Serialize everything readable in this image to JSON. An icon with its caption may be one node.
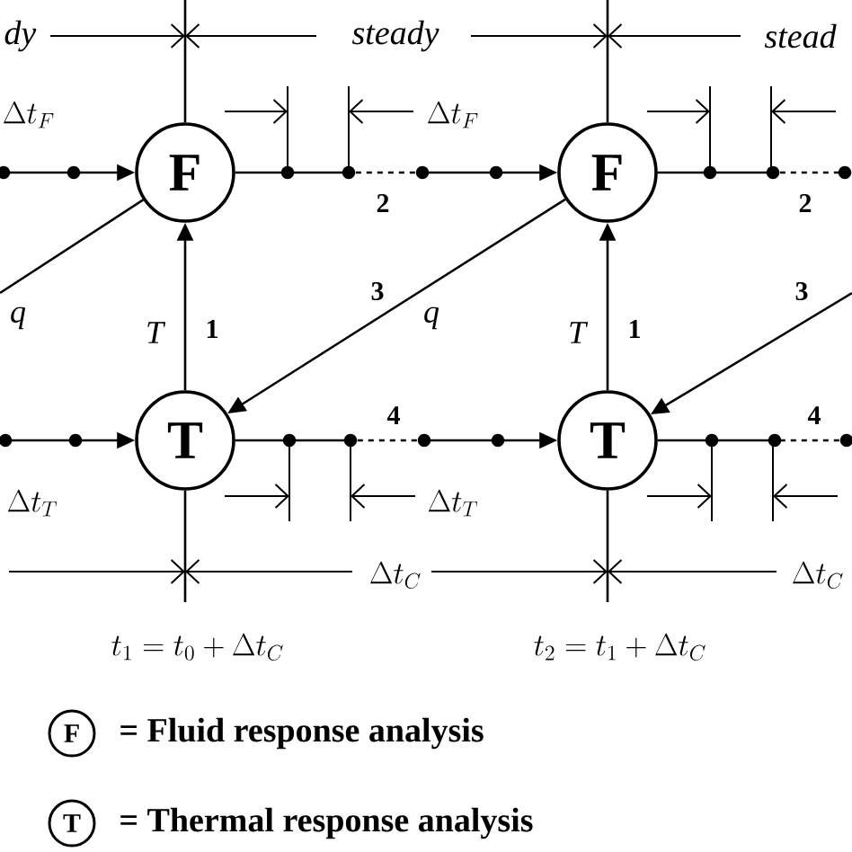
{
  "diagram": {
    "nodes": [
      {
        "text": [
          "F"
        ]
      },
      {
        "text": [
          "F"
        ]
      },
      {
        "text": [
          "T"
        ]
      },
      {
        "text": [
          "T"
        ]
      },
      {
        "text": [
          "F"
        ],
        "beside": [
          "= Fluid response analysis"
        ]
      },
      {
        "text": [
          "T"
        ],
        "beside": [
          "= Thermal response analysis"
        ]
      }
    ],
    "edges": [
      {
        "from": null,
        "to": 0,
        "arrow": "to"
      },
      {
        "from": 0,
        "to": 1,
        "arrow": "to",
        "label": "2",
        "style": "dashed"
      },
      {
        "from": 1,
        "to": null,
        "arrow": "other",
        "label": "2",
        "style": "dashed"
      },
      {
        "from": null,
        "to": 2,
        "arrow": "to"
      },
      {
        "from": 2,
        "to": 3,
        "arrow": "to",
        "label": "4",
        "style": "dashed"
      },
      {
        "from": 3,
        "to": null,
        "arrow": "other",
        "label": "4",
        "style": "dashed"
      },
      {
        "from": 2,
        "to": 0,
        "arrow": "to",
        "label": "T"
      },
      {
        "from": 3,
        "to": 1,
        "arrow": "to",
        "label": "T"
      },
      {
        "from": 0,
        "to": null,
        "arrow": "none",
        "label": "q"
      },
      {
        "from": 1,
        "to": 2,
        "arrow": "to",
        "label": "q"
      },
      {
        "from": null,
        "to": 3,
        "arrow": "to"
      },
      {
        "from": 0,
        "to": null,
        "arrow": "none"
      },
      {
        "from": 1,
        "to": null,
        "arrow": "none"
      },
      {
        "from": 2,
        "to": null,
        "arrow": "none"
      },
      {
        "from": 3,
        "to": null,
        "arrow": "none"
      }
    ],
    "labels": [
      "dy",
      "steady",
      "stead",
      "\\Delta t_F",
      "\\Delta t_F",
      "1",
      "3",
      "1",
      "3",
      "\\Delta t_T",
      "\\Delta t_T",
      "\\Delta t_C",
      "\\Delta t_C",
      "t_1 = t_0 + \\Delta t_C",
      "t_2 = t_1 + \\Delta t_C"
    ]
  }
}
